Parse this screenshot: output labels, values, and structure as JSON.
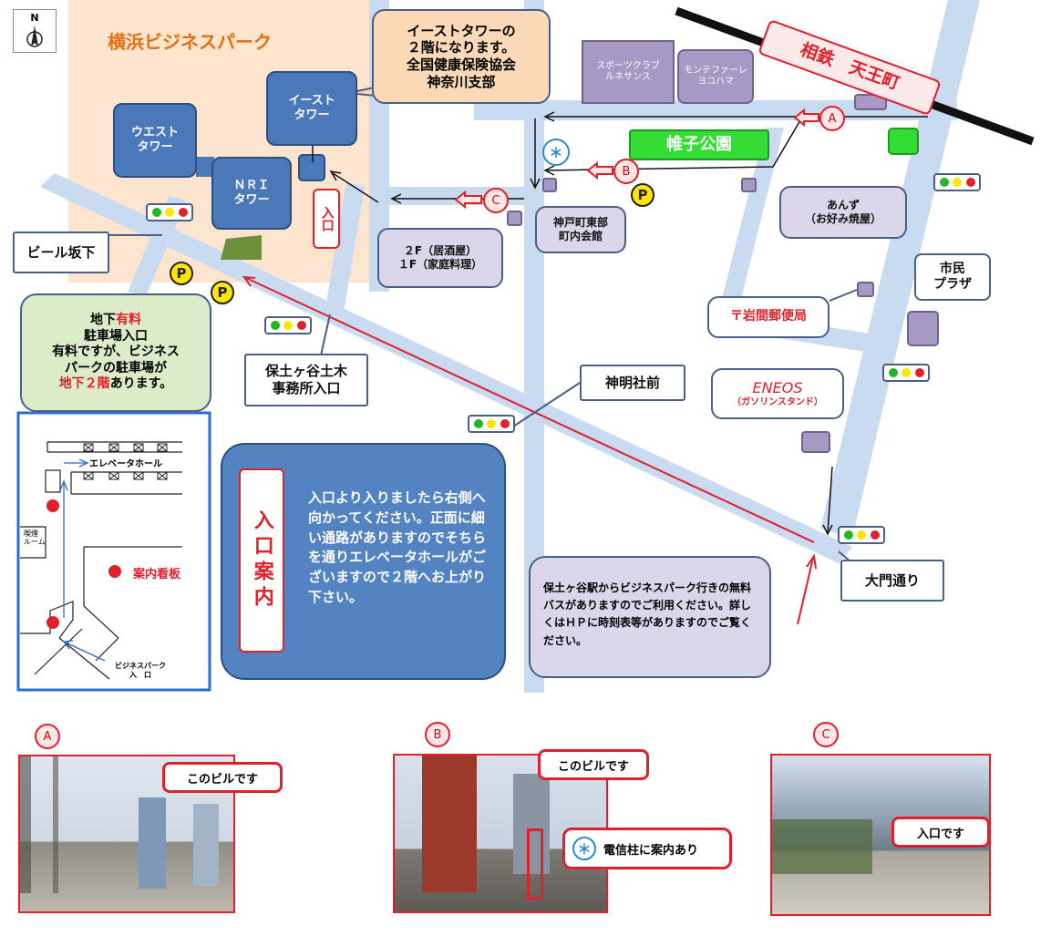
{
  "compass": {
    "label": "N"
  },
  "park": {
    "title": "横浜ビジネスパーク"
  },
  "buildings": {
    "west": "ウエスト\nタワー",
    "east": "イースト\nタワー",
    "nri": "ＮＲＩ\nタワー"
  },
  "callouts": {
    "east_tower_info": "イーストタワーの\n２階になります。\n全国健康保険協会\n神奈川支部",
    "parking_info_1": "地下",
    "parking_info_1_red": "有料",
    "parking_info_2": "駐車場入口",
    "parking_info_3": "有料ですが、ビジネス",
    "parking_info_4": "パークの駐車場が",
    "parking_info_5_red": "地下２階",
    "parking_info_5": "あります。",
    "izakaya": "２F（居酒屋）\n１F（家庭料理）",
    "kaikan": "神戸町東部\n町内会館",
    "anzu": "あんず\n（お好み焼屋）",
    "bus_info": "保土ヶ谷駅からビジネスパーク行きの無料バスがありますのでご利用ください。詳しくはＨＰに時刻表等がありますのでご覧ください。",
    "entrance_guide_title": "入口案内",
    "entrance_guide_body": "入口より入りましたら右側へ向かってください。正面に細い通路がありますのでそちらを通りエレベータホールがございますので２階へお上がり下さい。"
  },
  "labels": {
    "sotetsu": "相鉄　天王町",
    "park_name": "帷子公園",
    "beer_zaka": "ビール坂下",
    "hodogaya_doboku": "保土ヶ谷土木\n事務所入口",
    "shinmeisha": "神明社前",
    "daimon": "大門通り",
    "shimin_plaza": "市民\nプラザ",
    "post_office": "〒岩間郵便局",
    "eneos": "ENEOS",
    "eneos_sub": "（ガソリンスタンド）",
    "entrance_vertical": "入口",
    "sports_club": "スポーツクラブ\nルネサンス",
    "montefiore": "モンテファーレ\nヨコハマ"
  },
  "markers": {
    "a": "A",
    "b": "B",
    "c": "C",
    "p": "P",
    "asterisk": "＊"
  },
  "floor_plan": {
    "elevator_hall": "エレベータホール",
    "kyukei_room": "喫煙\nルーム",
    "guide_sign": "案内看板",
    "entrance": "ビジネスパーク\n入　口"
  },
  "photos": {
    "a_label": "A",
    "b_label": "B",
    "c_label": "C",
    "a_bubble": "このビルです",
    "b_bubble": "このビルです",
    "b_pole": "電信柱に案内あり",
    "c_bubble": "入口です"
  },
  "colors": {
    "road": "#c9dbf1",
    "park_area": "#fde4cf",
    "building": "#4a78b8",
    "red": "#e0202a",
    "green": "#33dd33"
  }
}
